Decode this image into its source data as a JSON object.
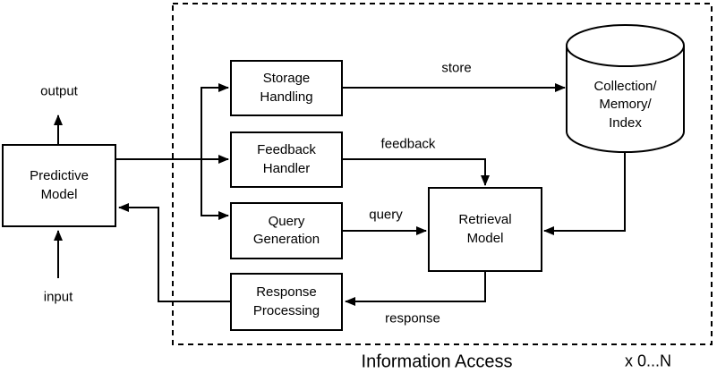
{
  "canvas": {
    "background": "#ffffff",
    "line_color": "#000000"
  },
  "nodes": {
    "predictive_model": {
      "label": "Predictive\nModel"
    },
    "storage_handling": {
      "label": "Storage\nHandling"
    },
    "feedback_handler": {
      "label": "Feedback\nHandler"
    },
    "query_generation": {
      "label": "Query\nGeneration"
    },
    "response_processing": {
      "label": "Response\nProcessing"
    },
    "retrieval_model": {
      "label": "Retrieval\nModel"
    },
    "collection_memory_index": {
      "label": "Collection/\nMemory/\nIndex"
    }
  },
  "edge_labels": {
    "output": "output",
    "input": "input",
    "store": "store",
    "feedback": "feedback",
    "query": "query",
    "response": "response"
  },
  "container": {
    "title": "Information Access",
    "multiplicity": "x 0...N"
  }
}
